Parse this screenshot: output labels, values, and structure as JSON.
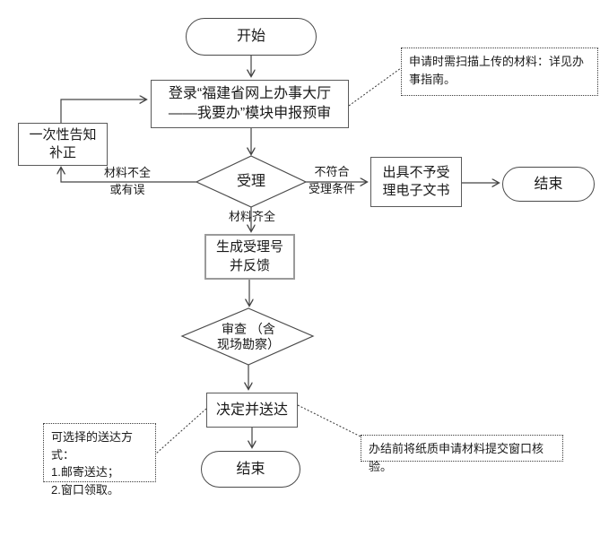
{
  "diagram": {
    "nodes": {
      "start": {
        "label": "开始"
      },
      "login": {
        "label": "登录“福建省网上办事大厅\n——我要办”模块申报预审"
      },
      "notice": {
        "label": "一次性告知\n补正"
      },
      "accept": {
        "label": "受理"
      },
      "reject": {
        "label": "出具不予受\n理电子文书"
      },
      "end_top": {
        "label": "结束"
      },
      "generate": {
        "label": "生成受理号\n并反馈"
      },
      "review": {
        "label": "审查 （含\n现场勘察）"
      },
      "decide": {
        "label": "决定并送达"
      },
      "end_bottom": {
        "label": "结束"
      }
    },
    "edge_labels": {
      "incomplete": "材料不全\n或有误",
      "not_meet": "不符合\n受理条件",
      "complete": "材料齐全"
    },
    "annotations": {
      "upload": "申请时需扫描上传的材料：详见办事指南。",
      "delivery": "可选择的送达方式：\n1.邮寄送达；\n2.窗口领取。",
      "paper": "办结前将纸质申请材料提交窗口核验。"
    },
    "colors": {
      "line": "#444444",
      "box_border": "#5a5a5a",
      "background": "#ffffff"
    }
  }
}
